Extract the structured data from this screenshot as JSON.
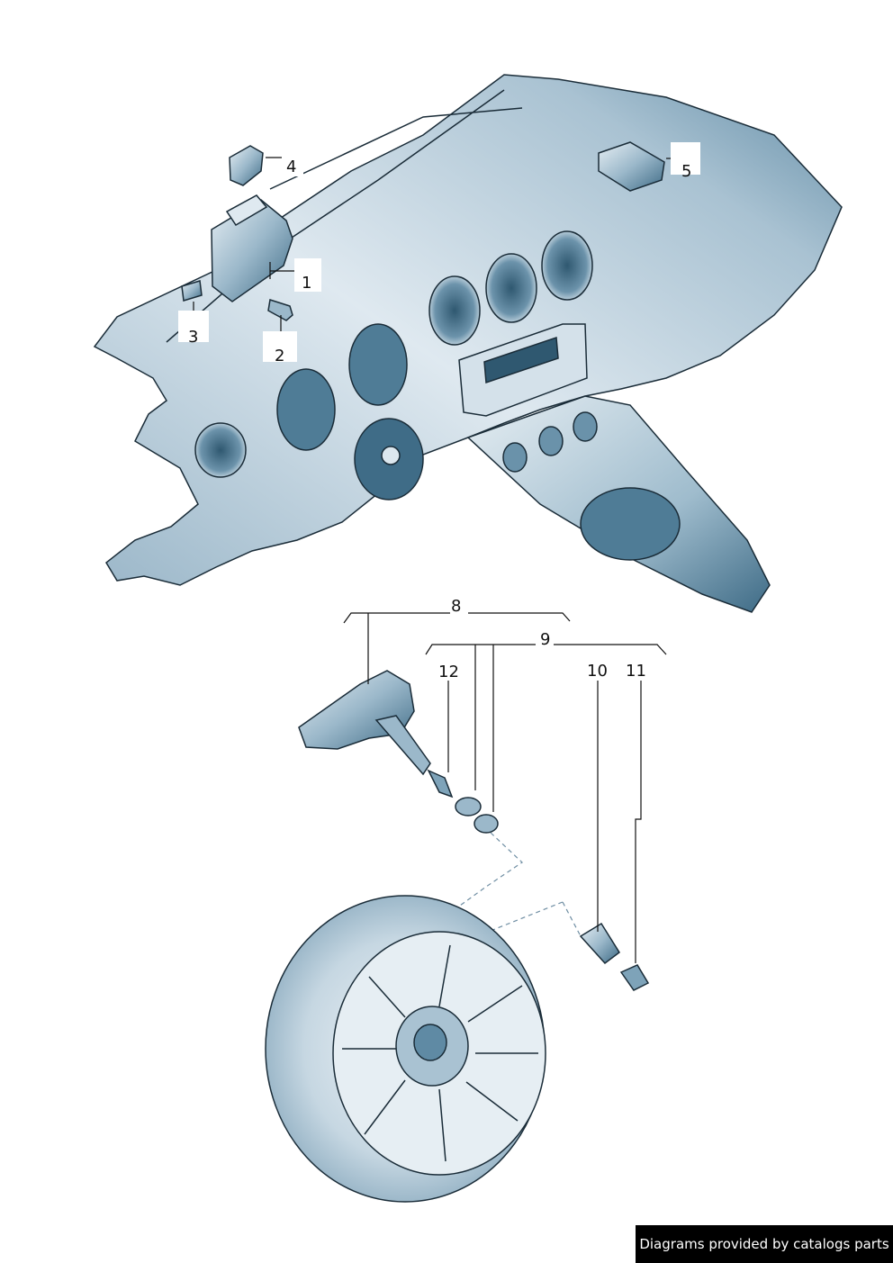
{
  "callouts": {
    "c1": "1",
    "c2": "2",
    "c3": "3",
    "c4": "4",
    "c5": "5",
    "c8": "8",
    "c9": "9",
    "c10": "10",
    "c11": "11",
    "c12": "12"
  },
  "credit": "Diagrams provided by catalogs parts",
  "colors": {
    "part_dark": "#3d6a85",
    "part_mid": "#7ea3b9",
    "part_light": "#dde8ef",
    "outline": "#1a2c38"
  }
}
